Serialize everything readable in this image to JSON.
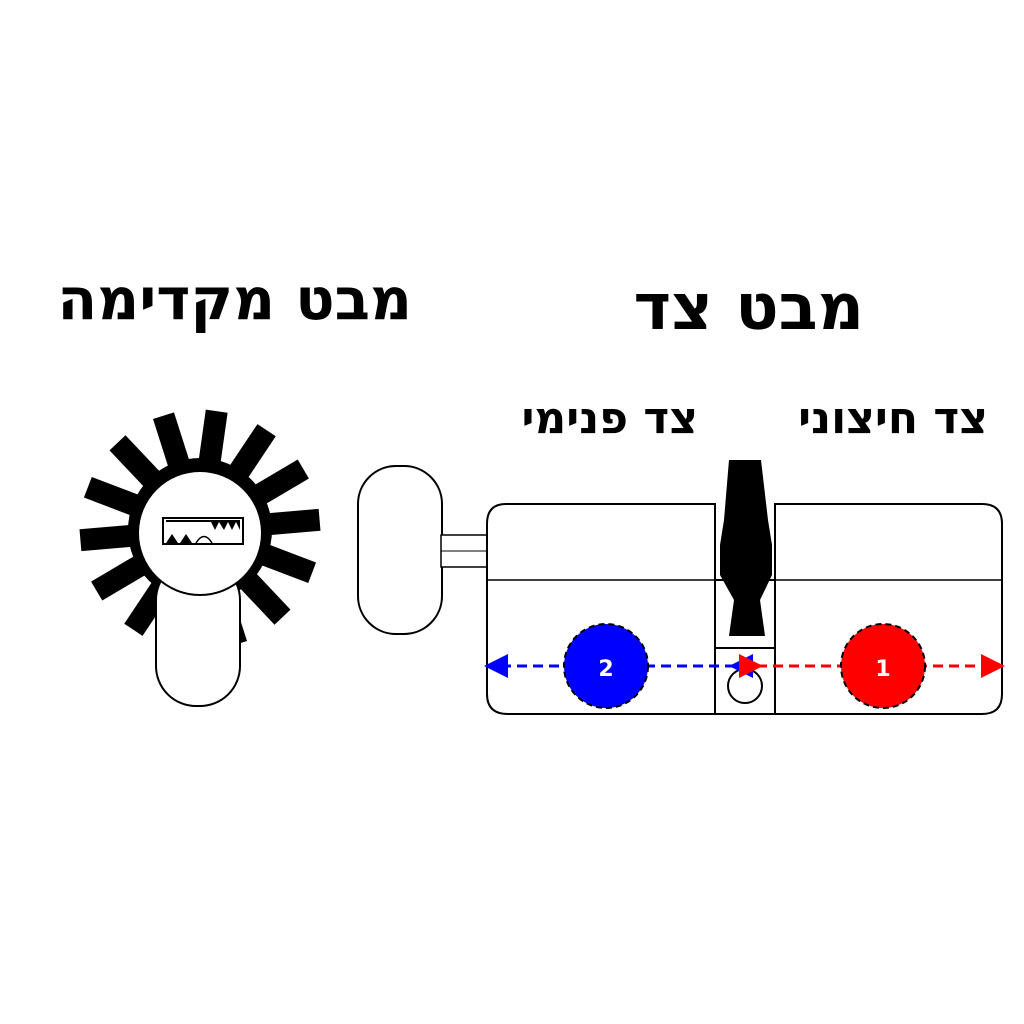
{
  "titles": {
    "front_view": "מבט מקדימה",
    "side_view": "מבט צד"
  },
  "side_labels": {
    "inner": "צד פנימי",
    "outer": "צד חיצוני"
  },
  "markers": [
    {
      "label": "2",
      "color": "#0000ff"
    },
    {
      "label": "1",
      "color": "#ff0000"
    }
  ],
  "colors": {
    "inner_side": "#0000ff",
    "outer_side": "#ff0000",
    "outline": "#000000"
  }
}
